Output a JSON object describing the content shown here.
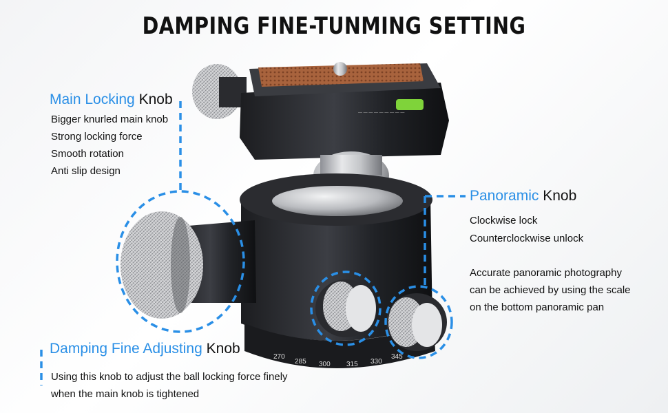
{
  "title": "DAMPING FINE-TUNMING SETTING",
  "colors": {
    "accent": "#2a8fe6",
    "text": "#111111",
    "background": "#f3f4f6"
  },
  "main_locking": {
    "accent": "Main Locking",
    "plain": "Knob",
    "lines": [
      "Bigger knurled main knob",
      "Strong locking force",
      "Smooth rotation",
      "Anti slip design"
    ]
  },
  "panoramic": {
    "accent": "Panoramic",
    "plain": "Knob",
    "lines": [
      "Clockwise lock",
      "Counterclockwise unlock"
    ],
    "lines2": [
      "Accurate panoramic photography",
      "can be achieved by using the scale",
      "on the bottom panoramic pan"
    ]
  },
  "damping": {
    "accent": "Damping Fine Adjusting",
    "plain": "Knob",
    "lines": [
      "Using this knob to adjust the ball locking force finely",
      "when the main knob is tightened"
    ]
  },
  "scale_marks": [
    "270",
    "285",
    "300",
    "315",
    "330",
    "345"
  ]
}
